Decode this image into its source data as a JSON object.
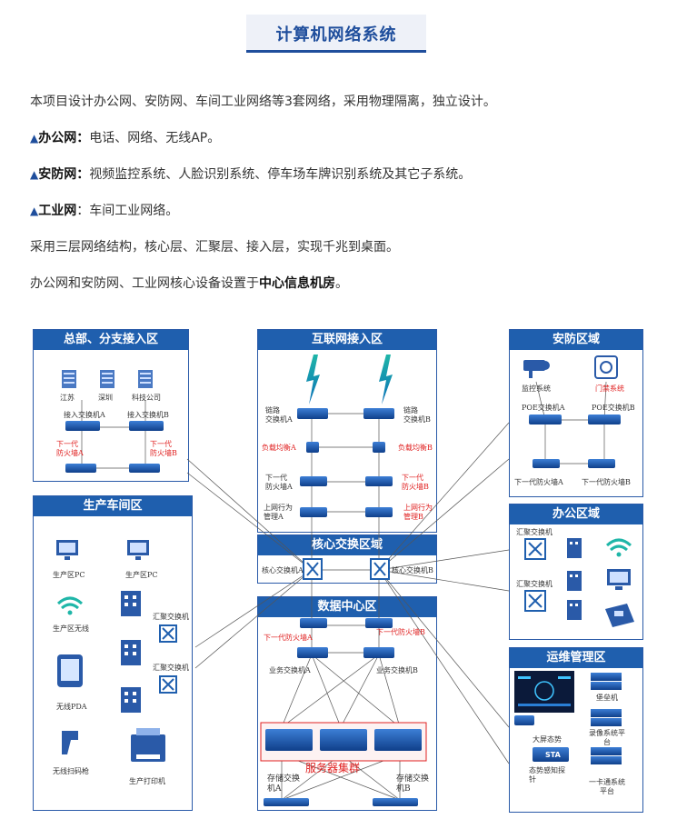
{
  "page_title": "计算机网络系统",
  "intro": "本项目设计办公网、安防网、车间工业网络等3套网络，采用物理隔离，独立设计。",
  "bullets": [
    {
      "term": "办公网",
      "sep": "：",
      "text": "电话、网络、无线AP。"
    },
    {
      "term": "安防网",
      "sep": "：",
      "text": "视频监控系统、人脸识别系统、停车场车牌识别系统及其它子系统。"
    },
    {
      "term": "工业网",
      "sep": "：",
      "text": "车间工业网络。"
    }
  ],
  "line_structure": "采用三层网络结构，核心层、汇聚层、接入层，实现千兆到桌面。",
  "line_core_prefix": "办公网和安防网、工业网核心设备设置于",
  "line_core_strong": "中心信息机房",
  "line_core_suffix": "。",
  "colors": {
    "primary": "#1f5fae",
    "red": "#e02020",
    "line": "#2a5aa8"
  },
  "zones": {
    "hq": {
      "title": "总部、分支接入区",
      "sites": [
        "江苏",
        "深圳",
        "科技公司"
      ],
      "switch_a": "接入交换机A",
      "switch_b": "接入交换机B",
      "firewall_a": "下一代\n防火墙A",
      "firewall_b": "下一代\n防火墙B"
    },
    "internet": {
      "title": "互联网接入区",
      "link_a": "链路\n交换机A",
      "link_b": "链路\n交换机B",
      "lb_a": "负载均衡A",
      "lb_b": "负载均衡B",
      "fw_a": "下一代\n防火墙A",
      "fw_b": "下一代\n防火墙B",
      "audit_a": "上网行为\n管理A",
      "audit_b": "上网行为\n管理B"
    },
    "core": {
      "title": "核心交换区域",
      "core_a": "核心交换机A",
      "core_b": "核心交换机B"
    },
    "dc": {
      "title": "数据中心区",
      "fw_a": "下一代防火墙A",
      "fw_b": "下一代防火墙B",
      "biz_a": "业务交换机A",
      "biz_b": "业务交换机B",
      "cluster": "服务器集群",
      "storage_a": "存储交换\n机A",
      "storage_b": "存储交换\n机B"
    },
    "plant": {
      "title": "生产车间区",
      "pc1": "生产区PC",
      "pc2": "生产区PC",
      "wifi": "生产区无线",
      "pda": "无线PDA",
      "scanner": "无线扫码枪",
      "printer": "生产打印机",
      "agg1": "汇聚交换机",
      "agg2": "汇聚交换机"
    },
    "security": {
      "title": "安防区域",
      "cctv": "监控系统",
      "access": "门禁系统",
      "poe_a": "POE交换机A",
      "poe_b": "POE交换机B",
      "fw_a": "下一代防火墙A",
      "fw_b": "下一代防火墙B"
    },
    "office": {
      "title": "办公区域",
      "agg1": "汇聚交换机",
      "agg2": "汇聚交换机"
    },
    "ops": {
      "title": "运维管理区",
      "screen": "大屏态势",
      "sta": "STA",
      "sta_label": "态势感知探\n针",
      "bastion": "堡垒机",
      "nvr": "录像系统平\n台",
      "card": "一卡通系统\n平台"
    }
  }
}
